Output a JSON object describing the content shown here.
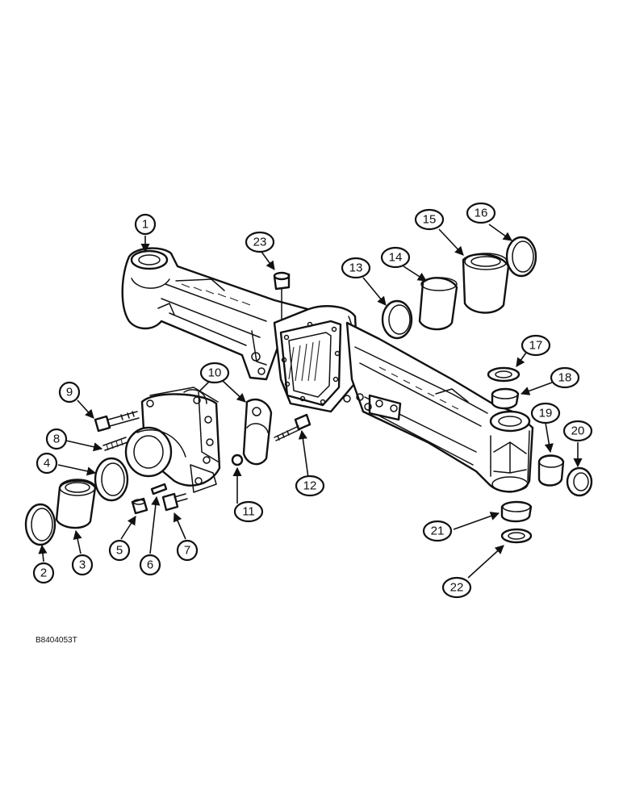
{
  "diagram": {
    "callouts": [
      {
        "id": "c1",
        "label": "1"
      },
      {
        "id": "c2",
        "label": "2"
      },
      {
        "id": "c3",
        "label": "3"
      },
      {
        "id": "c4",
        "label": "4"
      },
      {
        "id": "c5",
        "label": "5"
      },
      {
        "id": "c6",
        "label": "6"
      },
      {
        "id": "c7",
        "label": "7"
      },
      {
        "id": "c8",
        "label": "8"
      },
      {
        "id": "c9",
        "label": "9"
      },
      {
        "id": "c10",
        "label": "10"
      },
      {
        "id": "c11",
        "label": "11"
      },
      {
        "id": "c12",
        "label": "12"
      },
      {
        "id": "c13",
        "label": "13"
      },
      {
        "id": "c14",
        "label": "14"
      },
      {
        "id": "c15",
        "label": "15"
      },
      {
        "id": "c16",
        "label": "16"
      },
      {
        "id": "c17",
        "label": "17"
      },
      {
        "id": "c18",
        "label": "18"
      },
      {
        "id": "c19",
        "label": "19"
      },
      {
        "id": "c20",
        "label": "20"
      },
      {
        "id": "c21",
        "label": "21"
      },
      {
        "id": "c22",
        "label": "22"
      },
      {
        "id": "c23",
        "label": "23"
      }
    ],
    "figure_code": "B8404053T"
  }
}
